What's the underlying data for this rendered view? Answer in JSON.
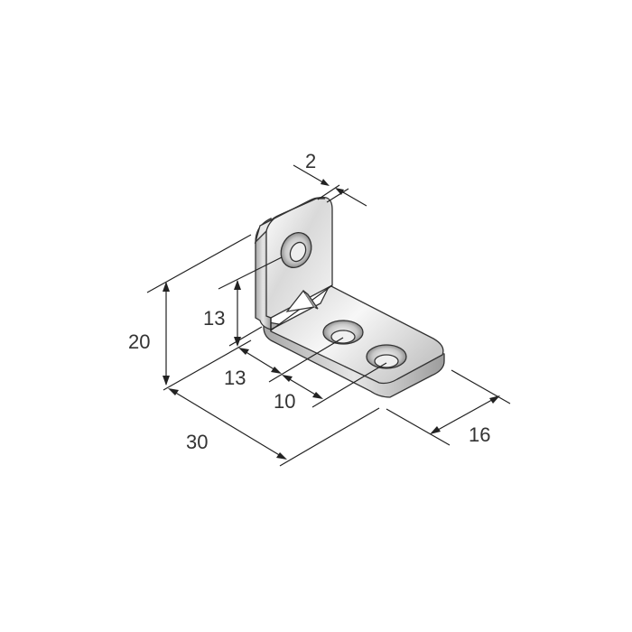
{
  "diagram": {
    "subject": "L-bracket (angle bracket) technical drawing",
    "colors": {
      "background": "#ffffff",
      "line": "#222222",
      "metal_light": "#f2f2f2",
      "metal_mid": "#cfcfcf",
      "metal_dark": "#9a9a9a"
    },
    "dimensions": {
      "thickness": "2",
      "height_total": "20",
      "hole_height": "13",
      "hole_offset_1": "13",
      "hole_spacing": "10",
      "length": "30",
      "width": "16"
    },
    "features": {
      "holes": 3,
      "stiffening_rib": "triangular gusset at bend"
    }
  }
}
